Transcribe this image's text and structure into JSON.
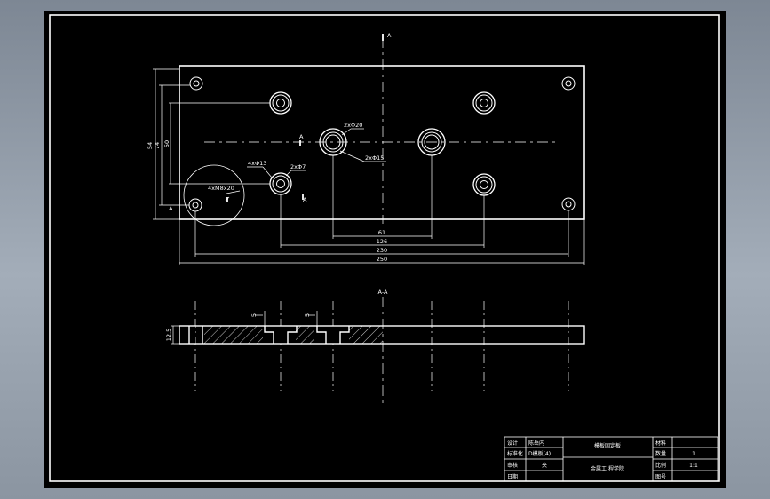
{
  "plan_view": {
    "section_marks": [
      "A",
      "A",
      "A",
      "A"
    ],
    "callouts": {
      "holes_4x13": "4xΦ13",
      "holes_2x7": "2xΦ7",
      "holes_2x20": "2xΦ20",
      "holes_2x15": "2xΦ15",
      "counterbore": "4xM8x20"
    },
    "dimensions": {
      "height_54": "54",
      "height_74": "74",
      "height_50": "50",
      "dim_61": "61",
      "dim_126": "126",
      "dim_230": "230",
      "dim_250": "250"
    }
  },
  "section_view": {
    "title": "A-A",
    "dim_a": "5",
    "dim_b": "5",
    "thickness": "12.5"
  },
  "title_block": {
    "label_design": "设计",
    "value_design": "陈岳内",
    "label_standard": "标准化",
    "value_standard": "D模板(4)",
    "label_check": "审核",
    "value_check": "夹",
    "label_date": "日期",
    "part_name": "模板固定板",
    "company": "金属工 程学院",
    "label_material": "材料",
    "label_quantity": "数量",
    "value_quantity": "1",
    "label_scale": "比例",
    "value_scale": "1:1",
    "label_drawing_no": "图号"
  }
}
